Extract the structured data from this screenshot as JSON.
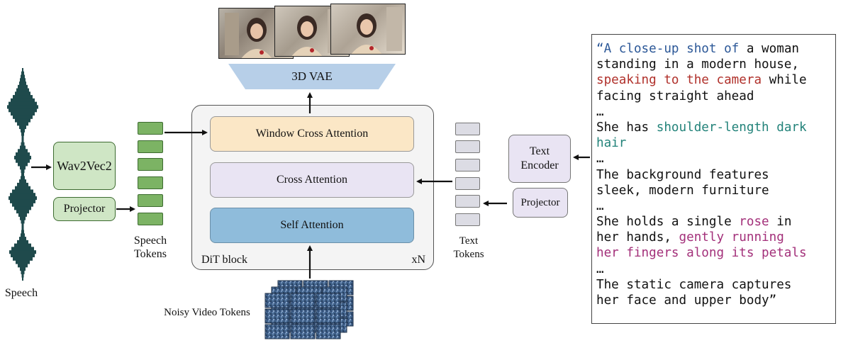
{
  "speech": {
    "label": "Speech",
    "wav2vec": "Wav2Vec2",
    "projector": "Projector",
    "tokens_label": [
      "Speech",
      "Tokens"
    ]
  },
  "video": {
    "vae_label": "3D VAE",
    "noisy_label": "Noisy Video Tokens"
  },
  "dit": {
    "window_cross": "Window Cross Attention",
    "cross": "Cross Attention",
    "self": "Self Attention",
    "block_label": "DiT block",
    "repeat_label": "xN"
  },
  "text": {
    "encoder": [
      "Text",
      "Encoder"
    ],
    "projector": "Projector",
    "tokens_label": [
      "Text",
      "Tokens"
    ]
  },
  "prompt_lines": [
    [
      {
        "t": "“A close-up shot of",
        "c": "blue"
      },
      {
        "t": " a woman",
        "c": "black"
      }
    ],
    [
      {
        "t": "standing in a modern house,",
        "c": "black"
      }
    ],
    [
      {
        "t": "speaking to the camera",
        "c": "red"
      },
      {
        "t": " while",
        "c": "black"
      }
    ],
    [
      {
        "t": "facing straight ahead",
        "c": "black"
      }
    ],
    [
      {
        "t": "…",
        "c": "black"
      }
    ],
    [
      {
        "t": "She has ",
        "c": "black"
      },
      {
        "t": "shoulder-length dark",
        "c": "teal"
      }
    ],
    [
      {
        "t": "hair",
        "c": "teal"
      }
    ],
    [
      {
        "t": "…",
        "c": "black"
      }
    ],
    [
      {
        "t": "The background features",
        "c": "black"
      }
    ],
    [
      {
        "t": "sleek, modern furniture",
        "c": "black"
      }
    ],
    [
      {
        "t": "…",
        "c": "black"
      }
    ],
    [
      {
        "t": "She holds a single ",
        "c": "black"
      },
      {
        "t": "rose",
        "c": "magenta"
      },
      {
        "t": " in",
        "c": "black"
      }
    ],
    [
      {
        "t": "her hands, ",
        "c": "black"
      },
      {
        "t": "gently running",
        "c": "magenta"
      }
    ],
    [
      {
        "t": "her fingers along its petals",
        "c": "magenta"
      }
    ],
    [
      {
        "t": "…",
        "c": "black"
      }
    ],
    [
      {
        "t": "The static camera captures",
        "c": "black"
      }
    ],
    [
      {
        "t": "her face and upper body”",
        "c": "black"
      }
    ]
  ],
  "colors": {
    "blue": "#2b5797",
    "red": "#b0302a",
    "teal": "#23837a",
    "magenta": "#a3307a",
    "black": "#111111",
    "window_cross_fill": "#fbe7c6",
    "cross_fill": "#e9e4f3",
    "self_fill": "#8fbcdb",
    "green_fill": "#cfe6c5",
    "waveform": "#1f4a4c"
  }
}
